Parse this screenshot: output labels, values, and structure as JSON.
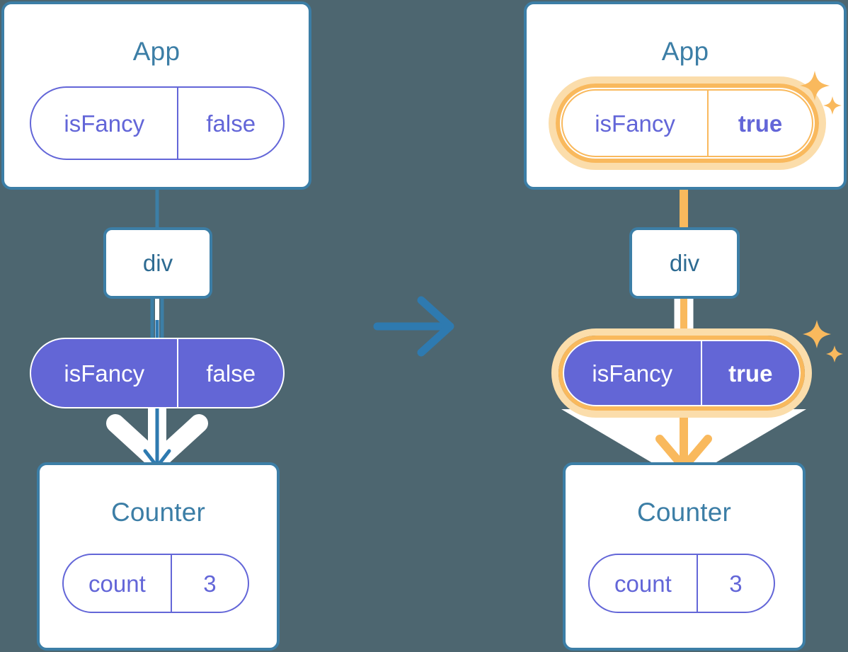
{
  "meta": {
    "background_color": "#4d6670",
    "accent_blue": "#3c7ea6",
    "accent_purple": "#6366d6",
    "accent_amber": "#f9b95d",
    "accent_amber_light": "#fbddab",
    "white": "#ffffff",
    "line_idle": "#d6e4f0"
  },
  "transition_arrow": {
    "icon": "arrow-right-icon",
    "color": "#2e7ab0"
  },
  "panels": [
    {
      "id": "before",
      "app": {
        "title": "App",
        "state_pill": {
          "key": "isFancy",
          "value": "false",
          "style": "outline",
          "highlighted": false,
          "value_bold": false
        }
      },
      "div": {
        "label": "div"
      },
      "prop_pill": {
        "key": "isFancy",
        "value": "false",
        "style": "filled",
        "highlighted": false,
        "value_bold": false
      },
      "counter": {
        "title": "Counter",
        "state_pill": {
          "key": "count",
          "value": "3",
          "style": "outline",
          "highlighted": false,
          "value_bold": false
        }
      },
      "connector_color": "#3c7ea6",
      "arrow_color": "#2e7ab0",
      "sparkles": false
    },
    {
      "id": "after",
      "app": {
        "title": "App",
        "state_pill": {
          "key": "isFancy",
          "value": "true",
          "style": "outline",
          "highlighted": true,
          "value_bold": true
        }
      },
      "div": {
        "label": "div"
      },
      "prop_pill": {
        "key": "isFancy",
        "value": "true",
        "style": "filled",
        "highlighted": true,
        "value_bold": true
      },
      "counter": {
        "title": "Counter",
        "state_pill": {
          "key": "count",
          "value": "3",
          "style": "outline",
          "highlighted": false,
          "value_bold": false
        }
      },
      "connector_color": "#f9b95d",
      "arrow_color": "#f9b95d",
      "sparkles": true
    }
  ]
}
